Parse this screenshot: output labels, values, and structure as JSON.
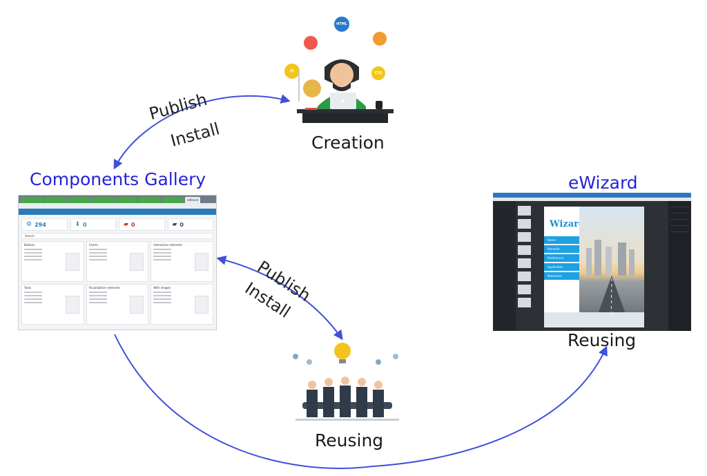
{
  "diagram": {
    "nodes": {
      "creation": {
        "caption": "Creation"
      },
      "gallery": {
        "title": "Components Gallery"
      },
      "ewizard": {
        "title": "eWizard"
      },
      "ewizard_reusing": {
        "caption": "Reusing"
      },
      "team_reusing": {
        "caption": "Reusing"
      }
    },
    "edges": [
      {
        "from": "creation",
        "to": "gallery",
        "labels": [
          "Publish",
          "Install"
        ]
      },
      {
        "from": "gallery",
        "to": "team_reusing",
        "labels": [
          "Publish",
          "Install"
        ]
      },
      {
        "from": "gallery",
        "to": "ewizard",
        "labels": []
      }
    ],
    "colors": {
      "accent": "#2323d8",
      "arrow": "#3f50d9"
    }
  },
  "creation_icons": [
    "HTML",
    "JS",
    "CSS"
  ],
  "gallery_screenshot": {
    "tabs": [
      "eWizard"
    ],
    "stats": [
      "294",
      "0",
      "0",
      "0"
    ],
    "categories": [
      "Buttons",
      "Charts",
      "Interactive elements",
      "Texts",
      "Visualization elements",
      "With images"
    ],
    "search": "Search"
  },
  "ewizard_screenshot": {
    "logo": "Wizard",
    "menu": [
      "Home",
      "Potential",
      "Preferences",
      "Application",
      "Motivation"
    ]
  }
}
